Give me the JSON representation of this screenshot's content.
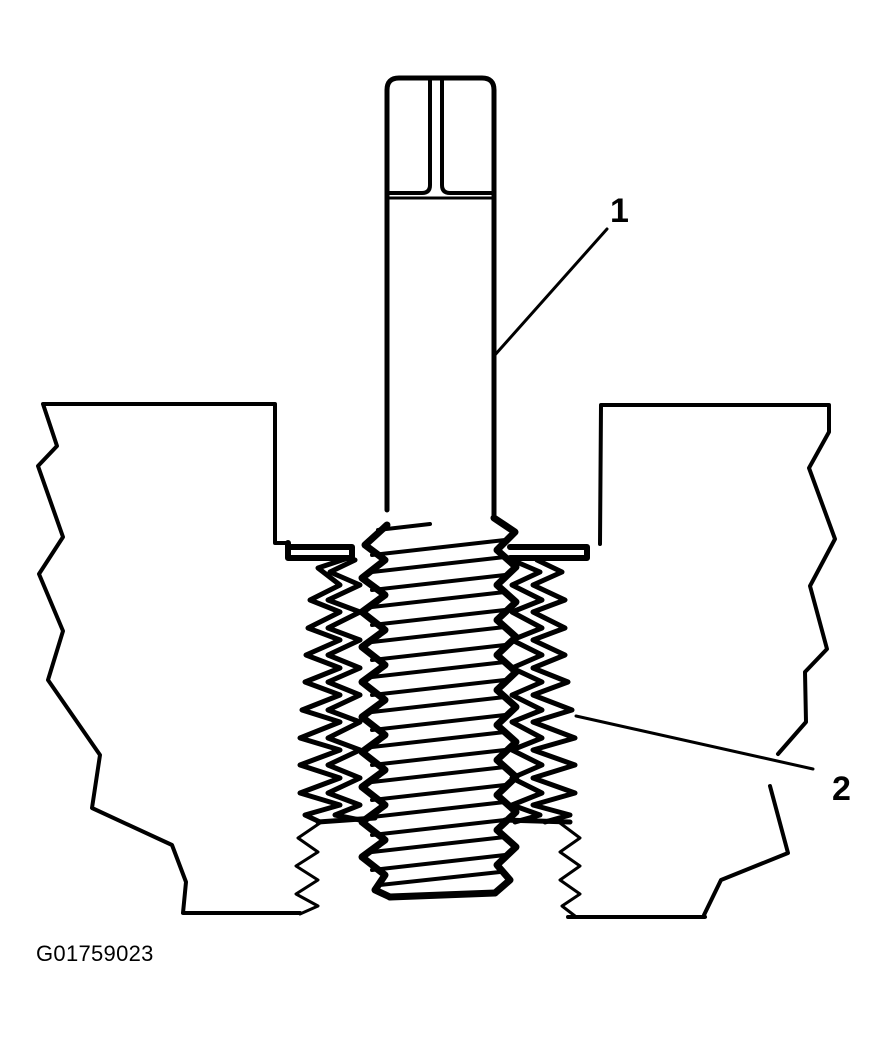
{
  "diagram": {
    "type": "technical-illustration",
    "subject": "Thread repair insert installation - tap/tool threaded into insert in casting",
    "callouts": [
      {
        "number": "1",
        "label": "1",
        "target": "tool-shaft"
      },
      {
        "number": "2",
        "label": "2",
        "target": "thread-insert"
      }
    ],
    "figure_id": "G01759023",
    "colors": {
      "line": "#000000",
      "background": "#ffffff"
    }
  }
}
